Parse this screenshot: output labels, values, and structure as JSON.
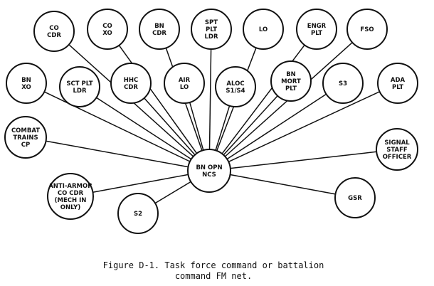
{
  "hub": {
    "id": "bn-opn-ncs",
    "lines": [
      "BN OPN",
      "NCS"
    ]
  },
  "nodes": [
    {
      "id": "co-cdr",
      "lines": [
        "CO",
        "CDR"
      ]
    },
    {
      "id": "co-xo",
      "lines": [
        "CO",
        "XO"
      ]
    },
    {
      "id": "bn-cdr",
      "lines": [
        "BN",
        "CDR"
      ]
    },
    {
      "id": "spt-plt-ldr",
      "lines": [
        "SPT",
        "PLT",
        "LDR"
      ]
    },
    {
      "id": "lo-top",
      "lines": [
        "LO"
      ]
    },
    {
      "id": "engr-plt",
      "lines": [
        "ENGR",
        "PLT"
      ]
    },
    {
      "id": "fso",
      "lines": [
        "FSO"
      ]
    },
    {
      "id": "bn-xo",
      "lines": [
        "BN",
        "XO"
      ]
    },
    {
      "id": "sct-plt-ldr",
      "lines": [
        "SCT PLT",
        "LDR"
      ]
    },
    {
      "id": "hhc-cdr",
      "lines": [
        "HHC",
        "CDR"
      ]
    },
    {
      "id": "air-lo",
      "lines": [
        "AIR",
        "LO"
      ]
    },
    {
      "id": "aloc-s1-s4",
      "lines": [
        "ALOC",
        "S1/S4"
      ]
    },
    {
      "id": "bn-mort-plt",
      "lines": [
        "BN",
        "MORT",
        "PLT"
      ]
    },
    {
      "id": "s3",
      "lines": [
        "S3"
      ]
    },
    {
      "id": "ada-plt",
      "lines": [
        "ADA",
        "PLT"
      ]
    },
    {
      "id": "combat-trains-cp",
      "lines": [
        "COMBAT",
        "TRAINS",
        "CP"
      ]
    },
    {
      "id": "signal-staff-officer",
      "lines": [
        "SIGNAL",
        "STAFF",
        "OFFICER"
      ]
    },
    {
      "id": "anti-armor-co-cdr",
      "lines": [
        "ANTI-ARMOR",
        "CO CDR",
        "(MECH IN",
        "ONLY)"
      ]
    },
    {
      "id": "s2",
      "lines": [
        "S2"
      ]
    },
    {
      "id": "gsr",
      "lines": [
        "GSR"
      ]
    }
  ],
  "caption": {
    "line1": "Figure D-1. Task force command or battalion",
    "line2": "command FM net."
  }
}
